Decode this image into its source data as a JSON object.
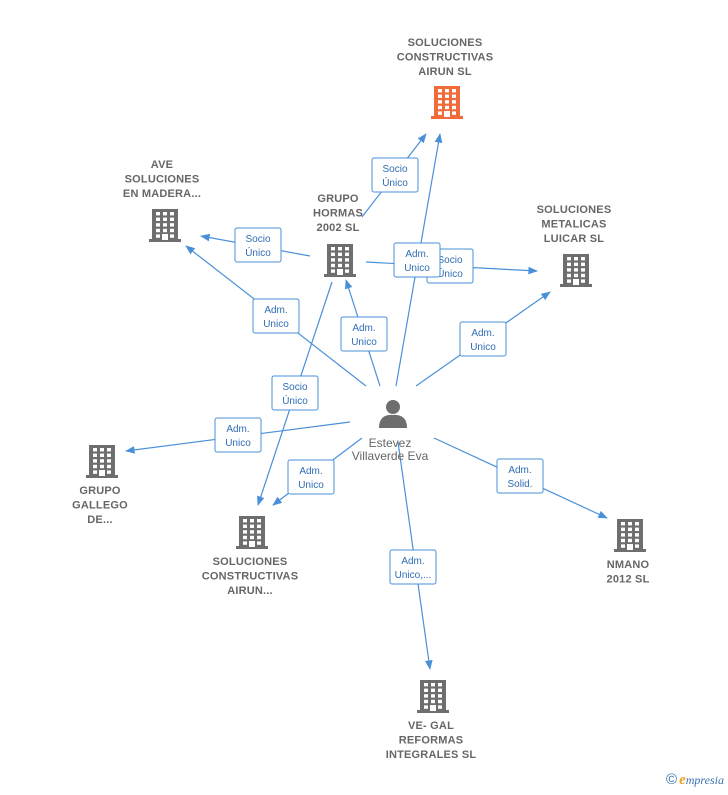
{
  "colors": {
    "edge": "#4a90d9",
    "building_default": "#6e6e6e",
    "building_highlight": "#f26a3a",
    "person": "#6e6e6e"
  },
  "person": {
    "id": "eva",
    "icon": "person-icon",
    "lines": [
      "Estevez",
      "Villaverde Eva"
    ]
  },
  "companies": [
    {
      "id": "sca_sl",
      "lines": [
        "SOLUCIONES",
        "CONSTRUCTIVAS",
        "AIRUN  SL"
      ],
      "highlight": true,
      "icon": "building-icon"
    },
    {
      "id": "ave",
      "lines": [
        "AVE",
        "SOLUCIONES",
        "EN MADERA..."
      ],
      "highlight": false,
      "icon": "building-icon"
    },
    {
      "id": "hormas",
      "lines": [
        "GRUPO",
        "HORMAS",
        "2002  SL"
      ],
      "highlight": false,
      "icon": "building-icon"
    },
    {
      "id": "metalicas",
      "lines": [
        "SOLUCIONES",
        "METALICAS",
        "LUICAR  SL"
      ],
      "highlight": false,
      "icon": "building-icon"
    },
    {
      "id": "gallego",
      "lines": [
        "GRUPO",
        "GALLEGO",
        "DE..."
      ],
      "highlight": false,
      "icon": "building-icon"
    },
    {
      "id": "sca2",
      "lines": [
        "SOLUCIONES",
        "CONSTRUCTIVAS",
        "AIRUN..."
      ],
      "highlight": false,
      "icon": "building-icon"
    },
    {
      "id": "nmano",
      "lines": [
        "NMANO",
        "2012 SL"
      ],
      "highlight": false,
      "icon": "building-icon"
    },
    {
      "id": "vegal",
      "lines": [
        "VE- GAL",
        "REFORMAS",
        "INTEGRALES SL"
      ],
      "highlight": false,
      "icon": "building-icon"
    }
  ],
  "relations": [
    {
      "from": "hormas",
      "to": "sca_sl",
      "label": [
        "Socio",
        "Único"
      ]
    },
    {
      "from": "hormas",
      "to": "ave",
      "label": [
        "Socio",
        "Único"
      ]
    },
    {
      "from": "hormas",
      "to": "metalicas",
      "label": [
        "Socio",
        "Único"
      ]
    },
    {
      "from": "eva",
      "to": "ave",
      "label": [
        "Adm.",
        "Unico"
      ]
    },
    {
      "from": "eva",
      "to": "hormas",
      "label": [
        "Adm.",
        "Unico"
      ]
    },
    {
      "from": "eva",
      "to": "sca_sl",
      "label": [
        "Adm.",
        "Unico"
      ]
    },
    {
      "from": "eva",
      "to": "metalicas",
      "label": [
        "Adm.",
        "Unico"
      ]
    },
    {
      "from": "hormas",
      "to": "sca2",
      "label": [
        "Socio",
        "Único"
      ]
    },
    {
      "from": "eva",
      "to": "gallego",
      "label": [
        "Adm.",
        "Unico"
      ]
    },
    {
      "from": "eva",
      "to": "sca2",
      "label": [
        "Adm.",
        "Unico"
      ]
    },
    {
      "from": "eva",
      "to": "nmano",
      "label": [
        "Adm.",
        "Solid."
      ]
    },
    {
      "from": "eva",
      "to": "vegal",
      "label": [
        "Adm.",
        "Unico,..."
      ]
    }
  ],
  "footer": {
    "copyright": "©",
    "brand_first": "e",
    "brand_rest": "mpresia"
  }
}
